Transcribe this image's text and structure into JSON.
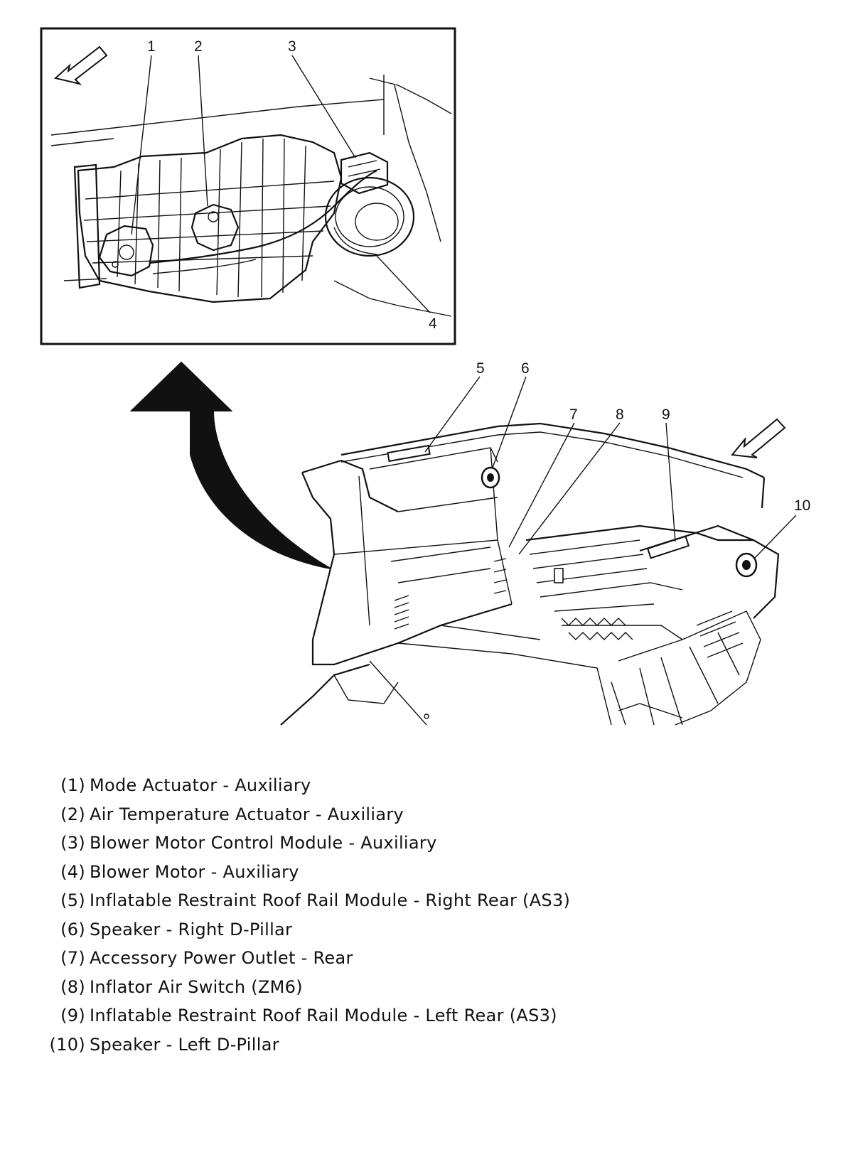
{
  "callouts": {
    "c1": "1",
    "c2": "2",
    "c3": "3",
    "c4": "4",
    "c5": "5",
    "c6": "6",
    "c7": "7",
    "c8": "8",
    "c9": "9",
    "c10": "10"
  },
  "legend": [
    {
      "num": "(1)",
      "text": "Mode Actuator - Auxiliary"
    },
    {
      "num": "(2)",
      "text": "Air Temperature Actuator - Auxiliary"
    },
    {
      "num": "(3)",
      "text": "Blower Motor Control Module - Auxiliary"
    },
    {
      "num": "(4)",
      "text": "Blower Motor - Auxiliary"
    },
    {
      "num": "(5)",
      "text": "Inflatable Restraint Roof Rail Module - Right Rear (AS3)"
    },
    {
      "num": "(6)",
      "text": "Speaker - Right D-Pillar"
    },
    {
      "num": "(7)",
      "text": "Accessory Power Outlet - Rear"
    },
    {
      "num": "(8)",
      "text": "Inflator Air Switch (ZM6)"
    },
    {
      "num": "(9)",
      "text": "Inflatable Restraint Roof Rail Module - Left Rear (AS3)"
    },
    {
      "num": "(10)",
      "text": "Speaker - Left D-Pillar"
    }
  ],
  "colors": {
    "line": "#111111",
    "background": "#ffffff"
  },
  "icons": [
    "direction-arrow-icon",
    "curved-arrow-icon"
  ]
}
